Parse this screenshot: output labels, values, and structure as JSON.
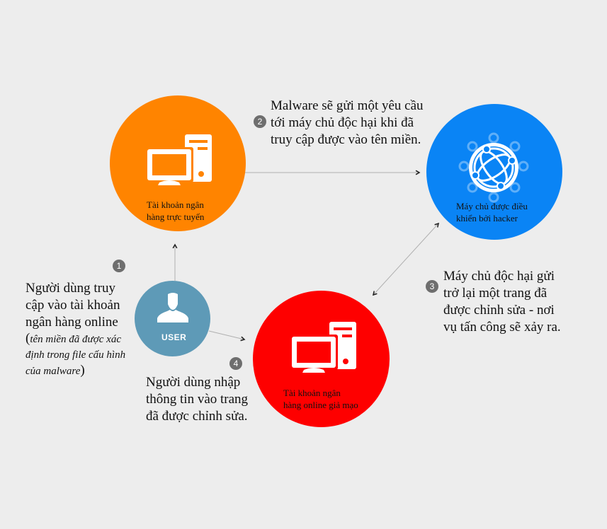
{
  "nodes": {
    "bank": {
      "label_line1": "Tài khoản ngân",
      "label_line2": "hàng trực tuyến",
      "color": "#ff8400",
      "icon": "desktop-computer-icon"
    },
    "server": {
      "label_line1": "Máy chủ được điều",
      "label_line2": "khiển bởi hacker",
      "color": "#0a84f5",
      "icon": "network-globe-icon"
    },
    "fake_bank": {
      "label_line1": "Tài khoản ngân",
      "label_line2": "hàng online giả mạo",
      "color": "#fe0000",
      "icon": "desktop-computer-icon"
    },
    "user": {
      "label": "USER",
      "color": "#5e9ab7",
      "icon": "user-silhouette-icon"
    }
  },
  "steps": [
    {
      "number": "1",
      "lines": [
        "Người dùng truy",
        "cập vào tài khoản",
        "ngân hàng online"
      ],
      "note_lines": [
        "tên miền đã được xác",
        "định trong file cấu hình",
        "của malware"
      ]
    },
    {
      "number": "2",
      "lines": [
        "Malware sẽ gửi một yêu cầu",
        "tới máy chủ độc hại khi đã",
        "truy cập được vào tên miền."
      ]
    },
    {
      "number": "3",
      "lines": [
        "Máy chủ độc hại gửi",
        "trở lại một trang đã",
        "được chỉnh sửa - nơi",
        "vụ tấn công sẽ xảy ra."
      ]
    },
    {
      "number": "4",
      "lines": [
        "Người dùng nhập",
        "thông tin vào trang",
        "đã được chỉnh sửa."
      ]
    }
  ],
  "colors": {
    "background": "#ededed",
    "connector": "#b0b0b0",
    "arrowhead": "#222222",
    "step_badge": "#6e6e6e"
  }
}
